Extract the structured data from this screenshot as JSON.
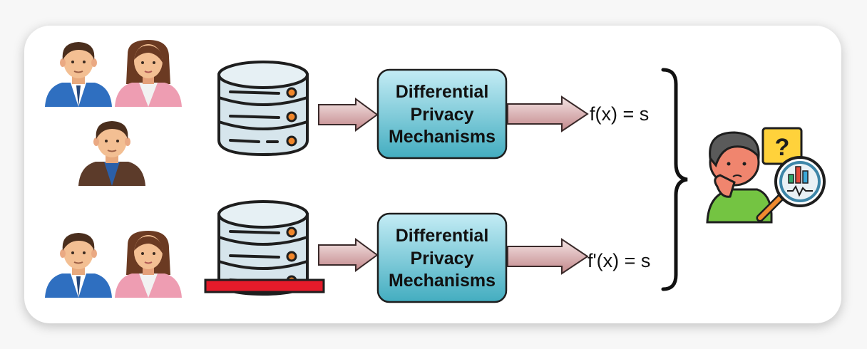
{
  "diagram": {
    "top_row": {
      "mechanism_lines": [
        "Differential",
        "Privacy",
        "Mechanisms"
      ],
      "output_label": "f(x) = s"
    },
    "bottom_row": {
      "mechanism_lines": [
        "Differential",
        "Privacy",
        "Mechanisms"
      ],
      "output_label": "f'(x) = s"
    },
    "icons": {
      "people_top": [
        "man-avatar-icon",
        "woman-avatar-icon",
        "man-avatar-icon"
      ],
      "people_bottom": [
        "man-avatar-icon",
        "woman-avatar-icon"
      ],
      "database": "database-icon",
      "removed_record_bar": "removed-record-bar",
      "analyst": "analyst-with-magnifier-icon",
      "question": "?"
    },
    "colors": {
      "mechanism_fill_top": "#bfeaf3",
      "mechanism_fill_bottom": "#48b2c4",
      "arrow_fill": "#c58a8c",
      "database_body": "#d6e5ec",
      "database_dot": "#f0862b",
      "removed_bar": "#e41b2a"
    }
  }
}
